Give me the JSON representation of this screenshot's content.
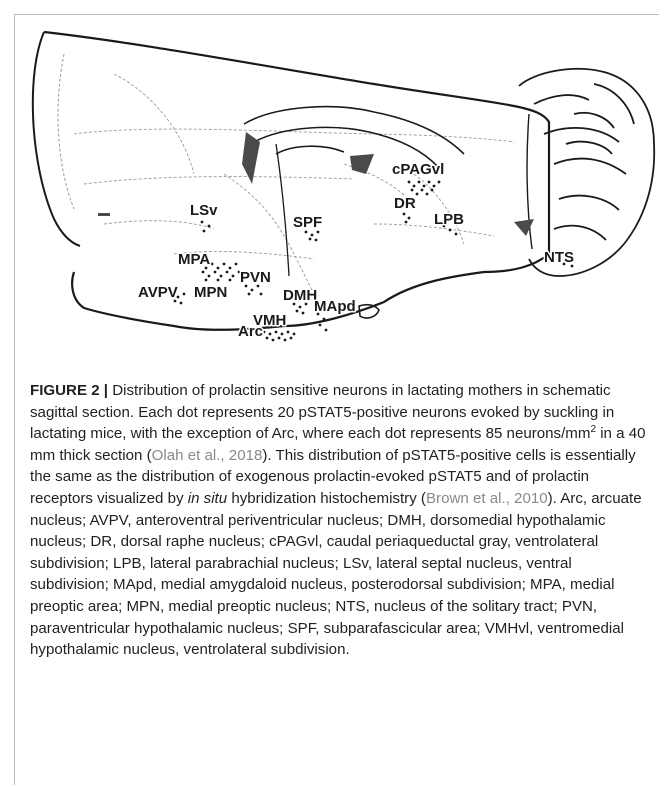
{
  "figure": {
    "regions": [
      "cPAGvl",
      "DR",
      "LPB",
      "NTS",
      "LSv",
      "SPF",
      "MPA",
      "PVN",
      "DMH",
      "AVPV",
      "MPN",
      "MApd",
      "VMH",
      "Arc"
    ]
  },
  "caption": {
    "label": "FIGURE 2 |",
    "text_1": " Distribution of prolactin sensitive neurons in lactating mothers in schematic sagittal section. Each dot represents 20 pSTAT5-positive neurons evoked by suckling in lactating mice, with the exception of Arc, where each dot represents 85 neurons/mm",
    "superscript": "2",
    "text_2": " in a 40 mm thick section (",
    "ref_1": "Olah et al., 2018",
    "text_3": "). This distribution of pSTAT5-positive cells is essentially the same as the distribution of exogenous prolactin-evoked pSTAT5 and of prolactin receptors visualized by ",
    "italic": "in situ",
    "text_4": " hybridization histochemistry (",
    "ref_2": "Brown et al., 2010",
    "text_5": "). Arc, arcuate nucleus; AVPV, anteroventral periventricular nucleus; DMH, dorsomedial hypothalamic nucleus; DR, dorsal raphe nucleus; cPAGvl, caudal periaqueductal gray, ventrolateral subdivision; LPB, lateral parabrachial nucleus; LSv, lateral septal nucleus, ventral subdivision; MApd, medial amygdaloid nucleus, posterodorsal subdivision; MPA, medial preoptic area; MPN, medial preoptic nucleus; NTS, nucleus of the solitary tract; PVN, paraventricular hypothalamic nucleus; SPF, subparafascicular area; VMHvl, ventromedial hypothalamic nucleus, ventrolateral subdivision."
  }
}
